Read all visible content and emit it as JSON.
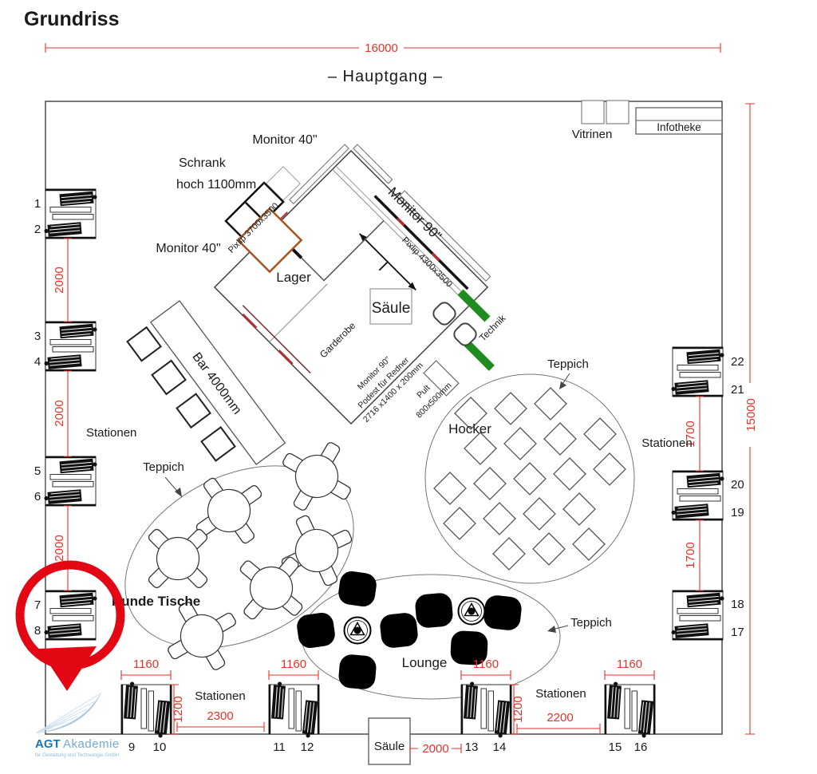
{
  "title": "Grundriss",
  "room": {
    "hauptgang": "– Hauptgang –",
    "vitrinen": "Vitrinen",
    "infotheke": "Infotheke"
  },
  "dims": {
    "width_top": "16000",
    "height_right": "15000",
    "left_gaps": [
      "2000",
      "2000",
      "2000"
    ],
    "right_gaps": [
      "1700",
      "1700"
    ],
    "station_width": [
      "1160",
      "1160",
      "1160",
      "1160"
    ],
    "station_depth": [
      "1200",
      "1200"
    ],
    "gap_10_11": "2300",
    "gap_14_15": "2200",
    "gap_saeule_13": "2000"
  },
  "stations": {
    "label": "Stationen",
    "left": [
      "1",
      "2",
      "3",
      "4",
      "5",
      "6",
      "7",
      "8"
    ],
    "right": [
      "22",
      "21",
      "20",
      "19",
      "18",
      "17"
    ],
    "bottom": [
      "9",
      "10",
      "11",
      "12",
      "13",
      "14",
      "15",
      "16"
    ]
  },
  "center": {
    "monitor40_top": "Monitor 40\"",
    "monitor40_left": "Monitor 40\"",
    "schrank1": "Schrank",
    "schrank2": "hoch 1100mm",
    "pixlip_left": "Pixlip 3700x3500",
    "monitor90": "Monitor 90\"",
    "pixlip_right": "Pixlip 4300x3500",
    "lager": "Lager",
    "saeule": "Säule",
    "garderobe": "Garderobe",
    "technik": "Technik",
    "podest1": "Monitor 90\"",
    "podest2": "Podest für Redner",
    "podest3": "2716 x1400 x 200mm",
    "pult1": "Pult",
    "pult2": "800x500mm"
  },
  "areas": {
    "bar": "Bar 4000mm",
    "teppich": "Teppich",
    "runde_tische": "Runde Tische",
    "hocker": "Hocker",
    "lounge": "Lounge",
    "saeule_bottom": "Säule"
  },
  "logo": {
    "brand": "AGT",
    "brand2": "Akademie",
    "tagline": "für Gestaltung und Technologie GmbH"
  },
  "colors": {
    "dimension_red": "#e63229",
    "pin_red": "#e30613",
    "technik_green": "#1e8c1e",
    "schrank_orange": "#a8541c",
    "logo_blue": "#1c75bc",
    "logo_blue_light": "#74a9d8"
  }
}
